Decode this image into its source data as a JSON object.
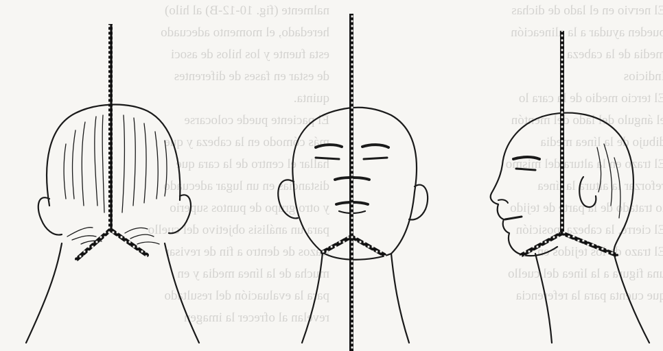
{
  "illustration": {
    "panels": [
      {
        "view": "back"
      },
      {
        "view": "front"
      },
      {
        "view": "side"
      }
    ]
  },
  "show_through_text": {
    "left": [
      "nalmente (fig. 10-12-B) al hilo)",
      "heredado, el momento adecuado",
      "esta fuente y los hilos de asoci",
      "de estar en fases de diferentes",
      "quinta.",
      "El paciente puede colocarse",
      "más cómodo en la cabeza y que",
      "hallar el centro de la cara que",
      "distancias en un lugar adecuado",
      "y otro grupo de puntos superio",
      "para un análisis objetivo del cuello",
      "trazos de dentro a fin de revisar",
      "mucha de la línea media y en",
      "para la evaluación del resultado",
      "revelan al ofrecer la imagen"
    ],
    "right": [
      "El nervio en el lado de dichas",
      "pueden ayudar a la alineación",
      "media de la cabeza",
      "Indicios",
      "El tercio medio de la cara lo",
      "el ángulo del lado del mentón",
      "dibujo de la línea media",
      "El trazo en la altura del mismo",
      "reforzar la altura la línea",
      "lo tratado de la parte de tejido",
      "El cierre, la cabeza, posición",
      "El trazo de los tejidos en",
      "una figura a la línea del cuello",
      "que cuenta para la referencia"
    ]
  }
}
